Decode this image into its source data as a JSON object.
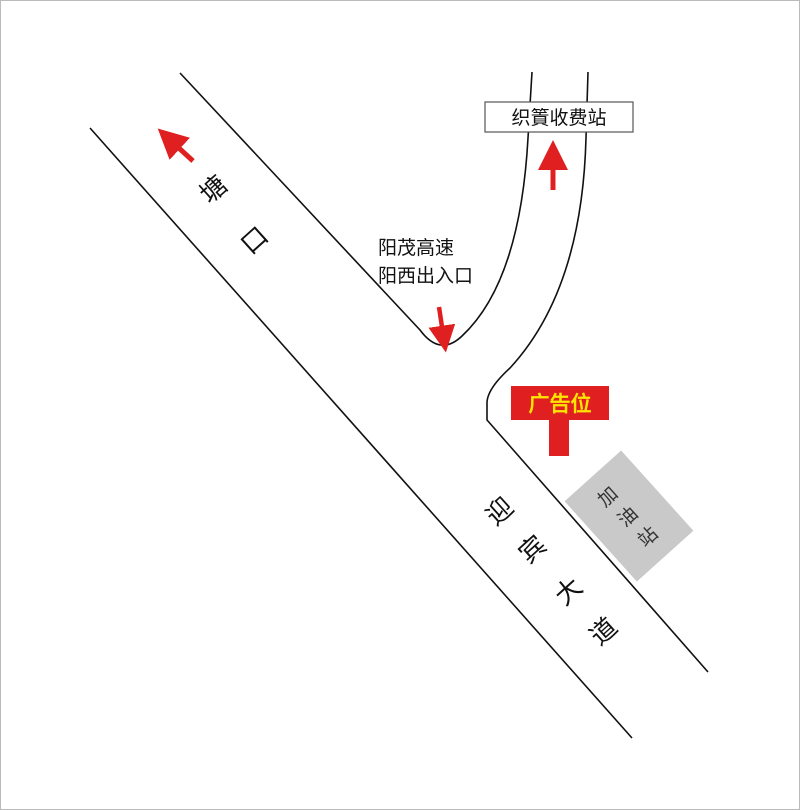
{
  "map": {
    "colors": {
      "background": "#ffffff",
      "road_line": "#111111",
      "arrow": "#e02020",
      "billboard": "#e02020",
      "billboard_text": "#ffe600",
      "gas_station_fill": "#c9c9c9",
      "toll_box_border": "#555555"
    },
    "roads": {
      "tangkou": "塘口",
      "yingbin": [
        "迎",
        "宾",
        "大",
        "道"
      ]
    },
    "toll_station": "织篢收费站",
    "highway_entrance": [
      "阳茂高速",
      "阳西出入口"
    ],
    "billboard": "广告位",
    "gas_station": "加油站",
    "arrows": [
      {
        "name": "arrow-to-tangkou",
        "direction": "northwest"
      },
      {
        "name": "arrow-to-toll",
        "direction": "north"
      },
      {
        "name": "arrow-to-highway-entrance",
        "direction": "south"
      }
    ]
  }
}
